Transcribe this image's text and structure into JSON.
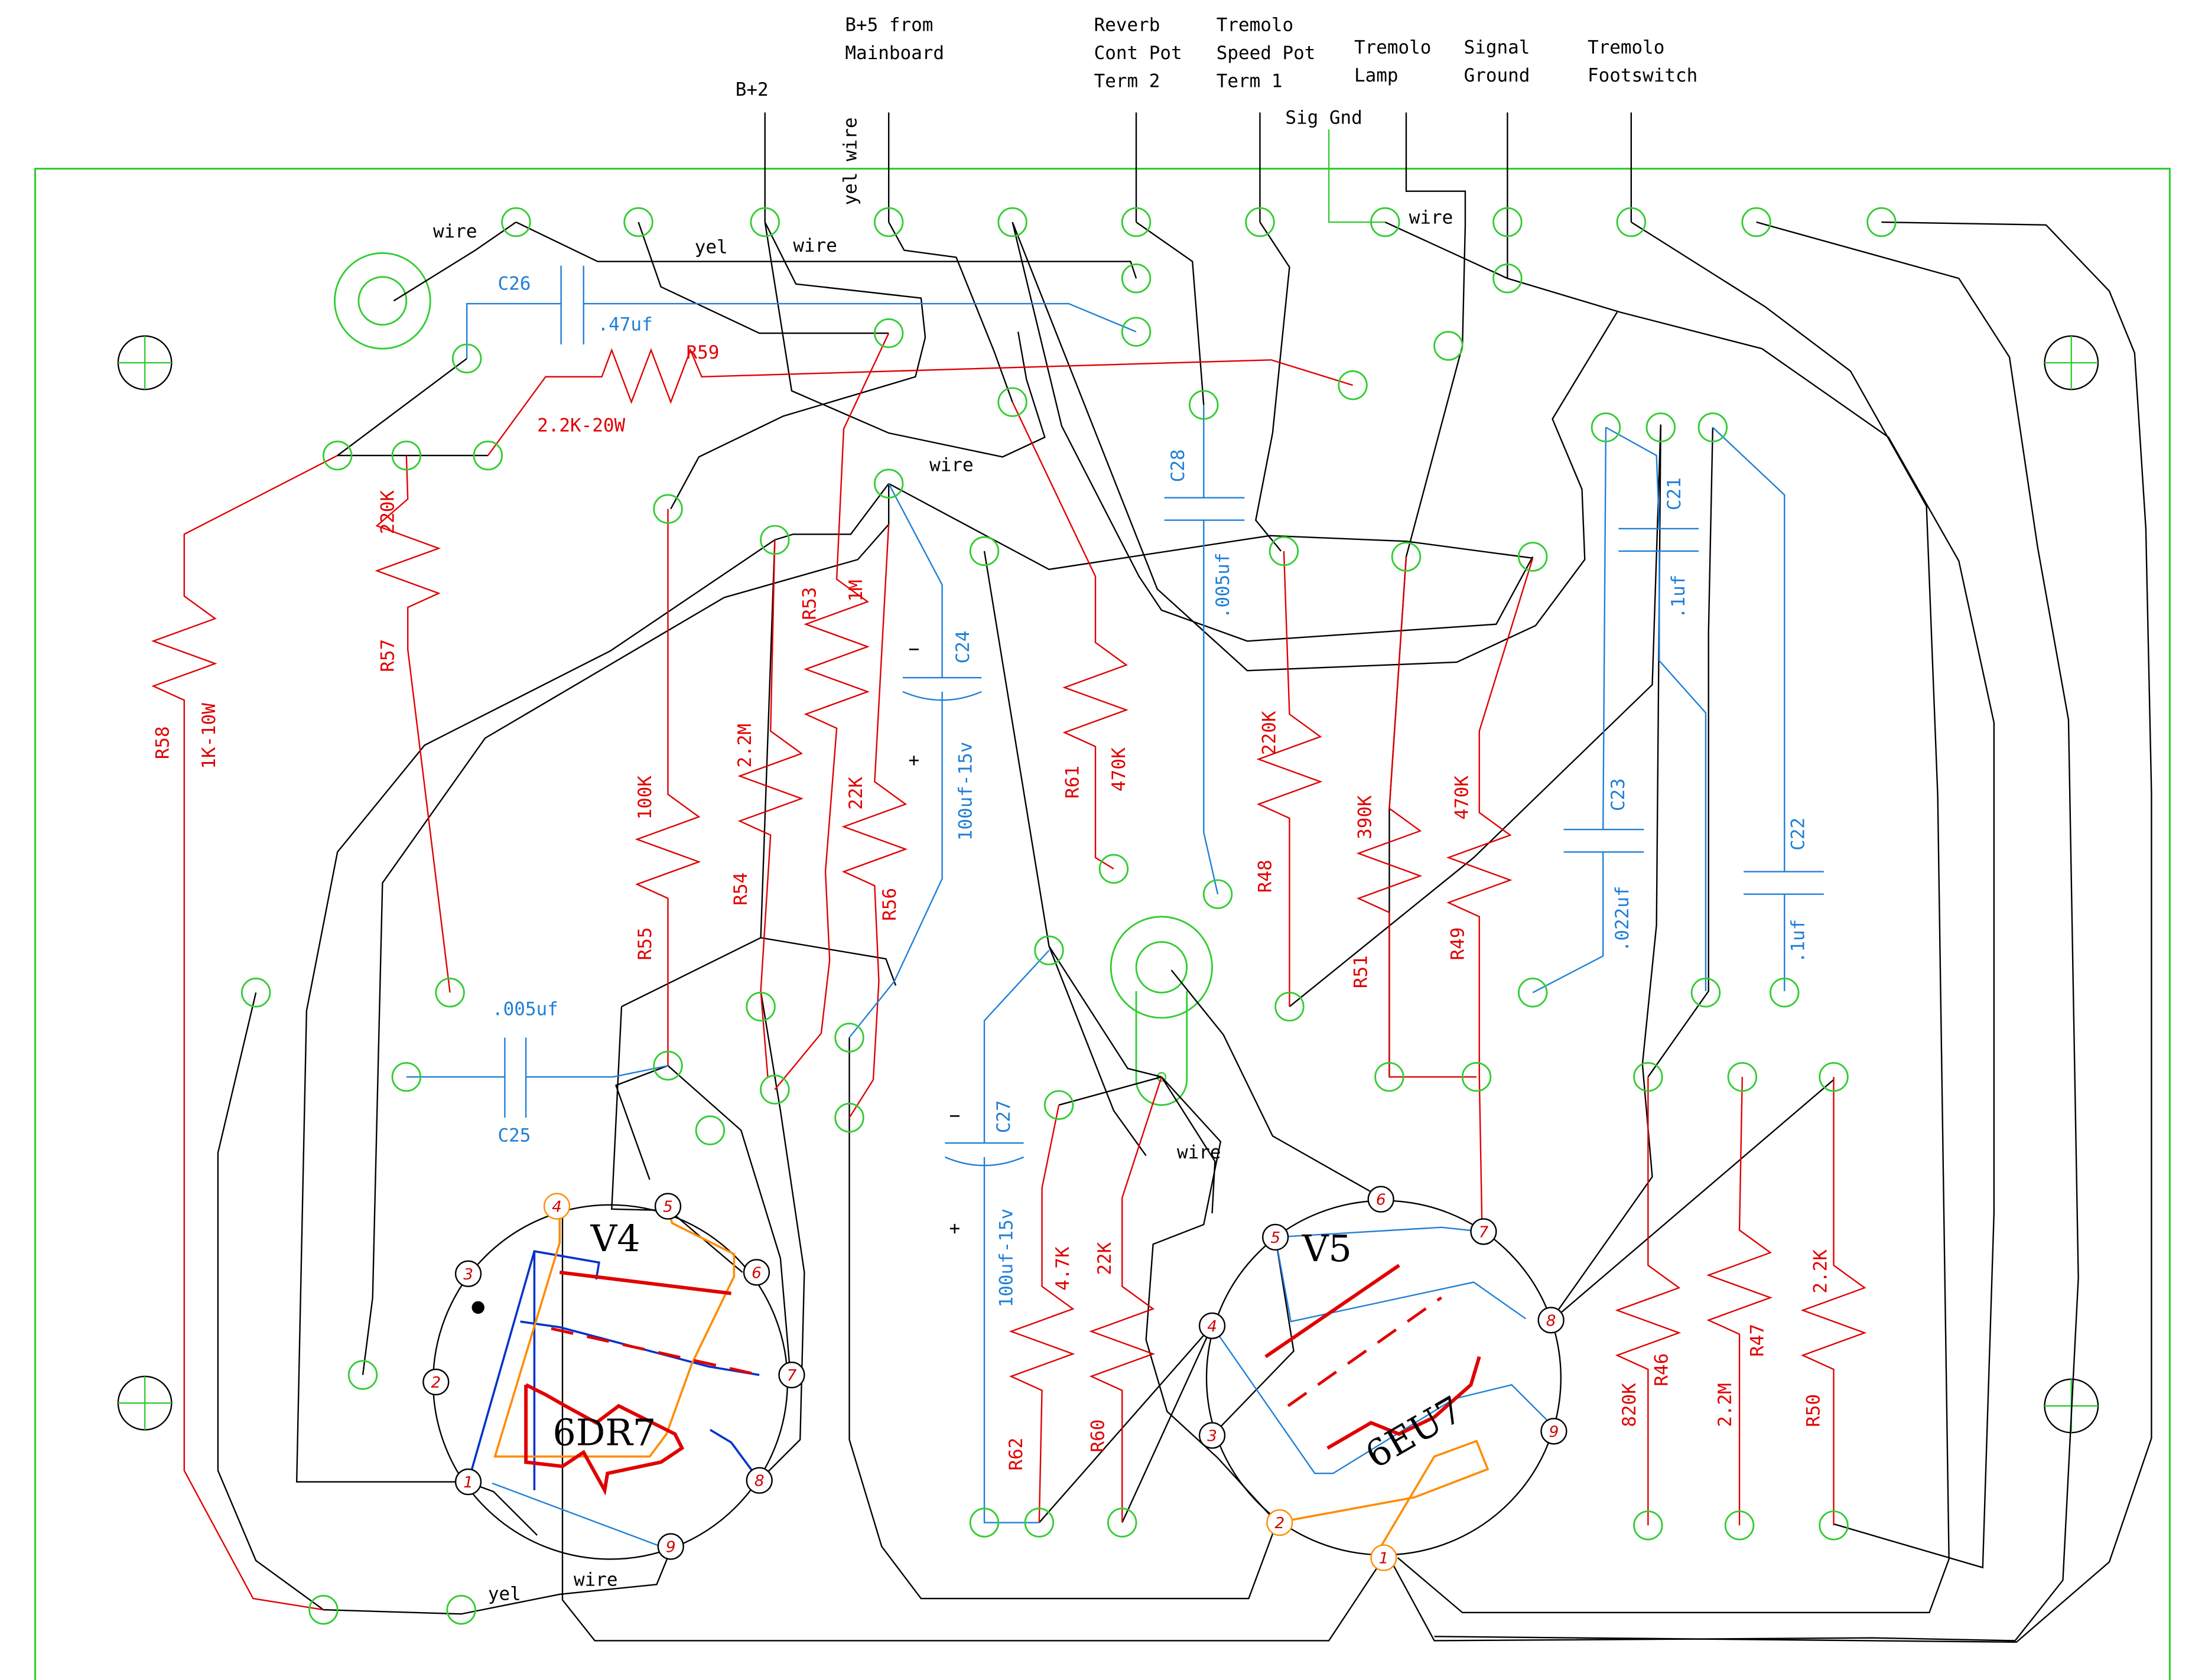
{
  "external_connections": [
    {
      "id": "b2",
      "lines": [
        "B+2"
      ]
    },
    {
      "id": "b5",
      "lines": [
        "B+5 from",
        "Mainboard"
      ]
    },
    {
      "id": "reverb",
      "lines": [
        "Reverb",
        "Cont Pot",
        "Term 2"
      ]
    },
    {
      "id": "tremspeed",
      "lines": [
        "Tremolo",
        "Speed Pot",
        "Term 1"
      ]
    },
    {
      "id": "tremlamp",
      "lines": [
        "Tremolo",
        "Lamp"
      ]
    },
    {
      "id": "sigground",
      "lines": [
        "Signal",
        "Ground"
      ]
    },
    {
      "id": "tremfoot",
      "lines": [
        "Tremolo",
        "Footswitch"
      ]
    },
    {
      "id": "siggnd",
      "lines": [
        "Sig Gnd"
      ]
    }
  ],
  "wire_labels": [
    "wire",
    "yel",
    "wire",
    "yel wire",
    "wire",
    "wire",
    "wire",
    "yel",
    "wire"
  ],
  "resistors": [
    {
      "ref": "R59",
      "value": "2.2K-20W"
    },
    {
      "ref": "R57",
      "value": "220K"
    },
    {
      "ref": "R58",
      "value": "1K-10W"
    },
    {
      "ref": "R53",
      "value": "1M"
    },
    {
      "ref": "R55",
      "value": "100K"
    },
    {
      "ref": "R54",
      "value": "2.2M"
    },
    {
      "ref": "R56",
      "value": "22K"
    },
    {
      "ref": "R61",
      "value": "470K"
    },
    {
      "ref": "R48",
      "value": "220K"
    },
    {
      "ref": "R51",
      "value": "390K"
    },
    {
      "ref": "R49",
      "value": "470K"
    },
    {
      "ref": "R62",
      "value": "4.7K"
    },
    {
      "ref": "R60",
      "value": "22K"
    },
    {
      "ref": "R46",
      "value": "820K"
    },
    {
      "ref": "R47",
      "value": "2.2M"
    },
    {
      "ref": "R50",
      "value": "2.2K"
    }
  ],
  "capacitors": [
    {
      "ref": "C26",
      "value": ".47uf"
    },
    {
      "ref": "C28",
      "value": ".005uf"
    },
    {
      "ref": "C21",
      "value": ".1uf"
    },
    {
      "ref": "C24",
      "value": "100uf-15v",
      "minus": "−",
      "plus": "+"
    },
    {
      "ref": "C25",
      "value": ".005uf"
    },
    {
      "ref": "C23",
      "value": ".022uf"
    },
    {
      "ref": "C22",
      "value": ".1uf"
    },
    {
      "ref": "C27",
      "value": "100uf-15v",
      "minus": "−",
      "plus": "+"
    }
  ],
  "tubes": [
    {
      "ref": "V4",
      "type": "6DR7",
      "pins": [
        "1",
        "2",
        "3",
        "4",
        "5",
        "6",
        "7",
        "8",
        "9"
      ]
    },
    {
      "ref": "V5",
      "type": "6EU7",
      "pins": [
        "1",
        "2",
        "3",
        "4",
        "5",
        "6",
        "7",
        "8",
        "9"
      ]
    }
  ],
  "colors": {
    "board": "#33cc33",
    "wire": "#000000",
    "resistor": "#e00000",
    "capacitor": "#1f7fd6",
    "heater": "#ff8c00",
    "plate": "#e00000",
    "grid": "#0033cc"
  }
}
